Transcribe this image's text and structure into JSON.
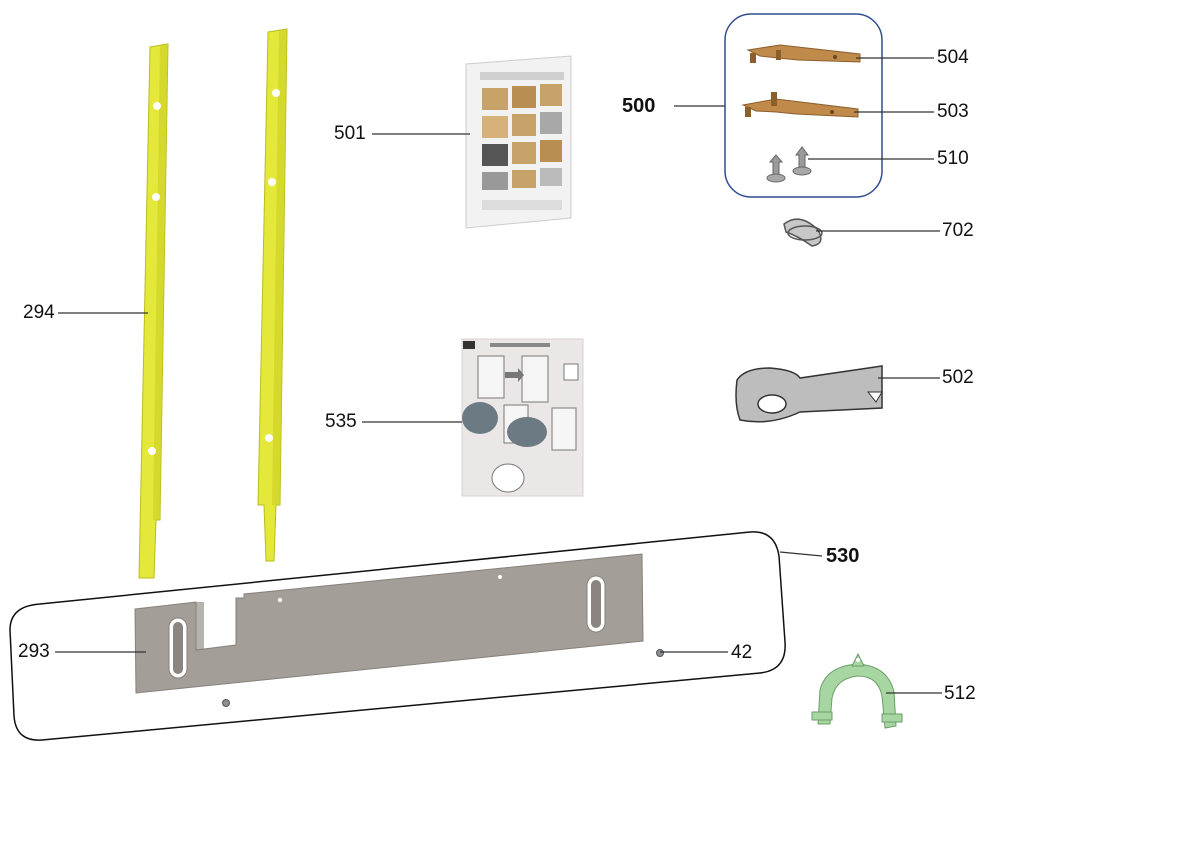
{
  "parts": {
    "p294": "294",
    "p293": "293",
    "p501": "501",
    "p535": "535",
    "p500": "500",
    "p504": "504",
    "p503": "503",
    "p510": "510",
    "p702": "702",
    "p502": "502",
    "p530": "530",
    "p42": "42",
    "p512": "512"
  },
  "colors": {
    "rail": "#e3e83a",
    "rail_dark": "#b9bd1d",
    "plate": "#a39e97",
    "plate_dark": "#86817a",
    "bracket": "#c08a4a",
    "bracket_dark": "#8b5f2c",
    "group_box": "#2f4f8f",
    "tape": "#bdbdbd",
    "hook": "#a8d6a3",
    "line": "#333333"
  }
}
